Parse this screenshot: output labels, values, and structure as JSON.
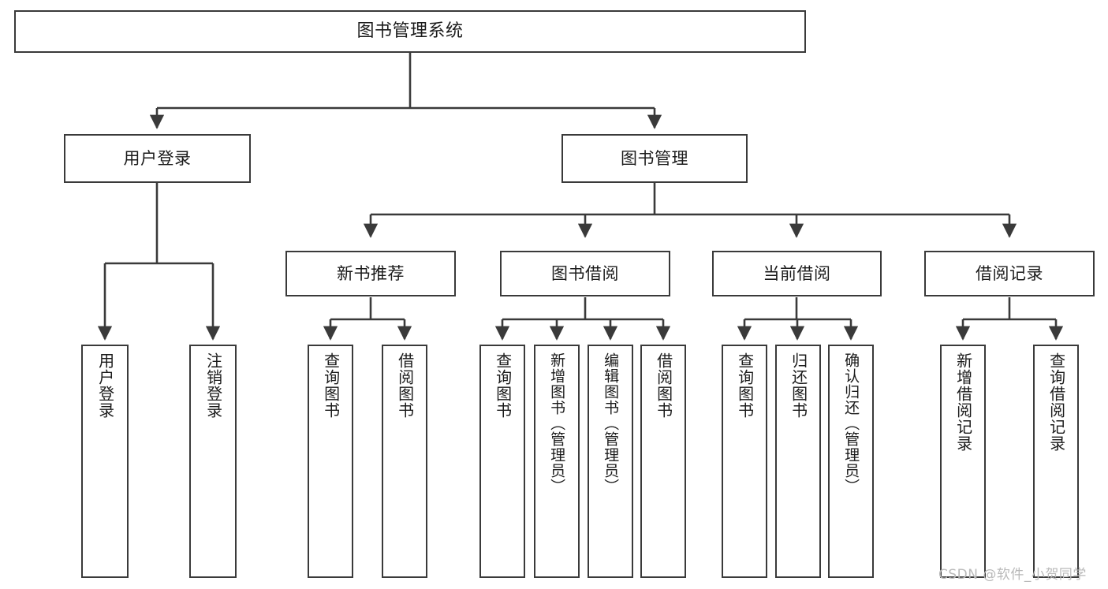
{
  "diagram": {
    "title": "图书管理系统",
    "type": "functional-structure-tree",
    "nodes": {
      "root": {
        "label": "图书管理系统"
      },
      "level2": [
        {
          "id": "user-login",
          "label": "用户登录"
        },
        {
          "id": "book-management",
          "label": "图书管理"
        }
      ],
      "level3": [
        {
          "id": "new-book-recommend",
          "label": "新书推荐"
        },
        {
          "id": "book-borrow",
          "label": "图书借阅"
        },
        {
          "id": "current-borrow",
          "label": "当前借阅"
        },
        {
          "id": "borrow-record",
          "label": "借阅记录"
        }
      ],
      "leaves": [
        {
          "id": "leaf-user-login",
          "parent": "user-login",
          "label": "用户登录"
        },
        {
          "id": "leaf-logout",
          "parent": "user-login",
          "label": "注销登录"
        },
        {
          "id": "leaf-query-book-1",
          "parent": "new-book-recommend",
          "label": "查询图书"
        },
        {
          "id": "leaf-borrow-book-1",
          "parent": "new-book-recommend",
          "label": "借阅图书"
        },
        {
          "id": "leaf-query-book-2",
          "parent": "book-borrow",
          "label": "查询图书"
        },
        {
          "id": "leaf-add-book",
          "parent": "book-borrow",
          "label": "新增图书（管理员）"
        },
        {
          "id": "leaf-edit-book",
          "parent": "book-borrow",
          "label": "编辑图书（管理员）"
        },
        {
          "id": "leaf-borrow-book-2",
          "parent": "book-borrow",
          "label": "借阅图书"
        },
        {
          "id": "leaf-query-book-3",
          "parent": "current-borrow",
          "label": "查询图书"
        },
        {
          "id": "leaf-return-book",
          "parent": "current-borrow",
          "label": "归还图书"
        },
        {
          "id": "leaf-confirm-return",
          "parent": "current-borrow",
          "label": "确认归还（管理员）"
        },
        {
          "id": "leaf-add-record",
          "parent": "borrow-record",
          "label": "新增借阅记录"
        },
        {
          "id": "leaf-query-record",
          "parent": "borrow-record",
          "label": "查询借阅记录"
        }
      ]
    },
    "watermark": "CSDN @软件_小贺同学",
    "colors": {
      "stroke": "#3a3a3a",
      "background": "#ffffff",
      "text": "#1b1b1b",
      "watermark": "#b9b9b9"
    }
  }
}
